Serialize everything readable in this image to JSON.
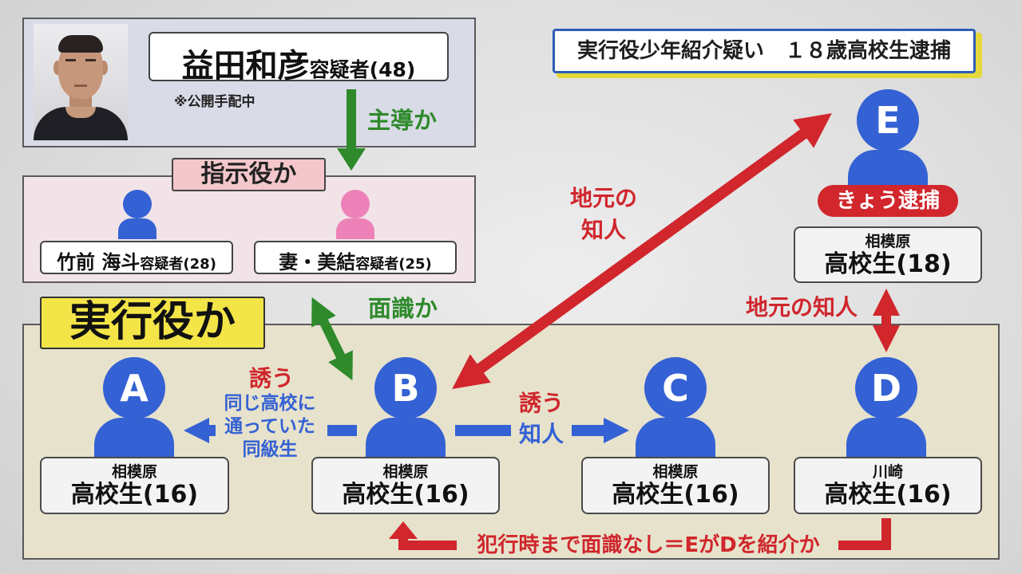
{
  "headline": "実行役少年紹介疑い　１８歳高校生逮捕",
  "ringleader": {
    "name": "益田和彦",
    "title": "容疑者(48)",
    "note": "※公開手配中",
    "photo_icon": "suspect-photo"
  },
  "ringleader_link": "主導か",
  "instructors": {
    "label": "指示役か",
    "members": [
      {
        "name": "竹前 海斗",
        "title": "容疑者(28)",
        "icon": "person-icon",
        "icon_color": "#3461d4"
      },
      {
        "name": "妻・美結",
        "title": "容疑者(25)",
        "icon": "person-icon",
        "icon_color": "#ec82b8"
      }
    ]
  },
  "instructor_executor_link": "面識か",
  "executors": {
    "label": "実行役か",
    "members": [
      {
        "letter": "A",
        "area": "相模原",
        "role": "高校生(16)"
      },
      {
        "letter": "B",
        "area": "相模原",
        "role": "高校生(16)"
      },
      {
        "letter": "C",
        "area": "相模原",
        "role": "高校生(16)"
      },
      {
        "letter": "D",
        "area": "川崎",
        "role": "高校生(16)"
      }
    ]
  },
  "arrested": {
    "letter": "E",
    "area": "相模原",
    "role": "高校生(18)",
    "badge": "きょう逮捕"
  },
  "relations": {
    "b_a": {
      "verb": "誘う",
      "detail": [
        "同じ高校に",
        "通っていた",
        "同級生"
      ]
    },
    "b_c": {
      "verb": "誘う",
      "detail": "知人"
    },
    "b_e": [
      "地元の",
      "知人"
    ],
    "e_d": "地元の知人",
    "d_b": "犯行時まで面識なし＝EがDを紹介か"
  },
  "colors": {
    "blue": "#3461d4",
    "pink": "#ec82b8",
    "green": "#2e8a2b",
    "red": "#d0262c",
    "yellow": "#f3e548",
    "beige": "#e7e2cc",
    "lavender": "#d9dbe7",
    "rose": "#f1e3e7",
    "tabpink": "#f3c7cb"
  }
}
